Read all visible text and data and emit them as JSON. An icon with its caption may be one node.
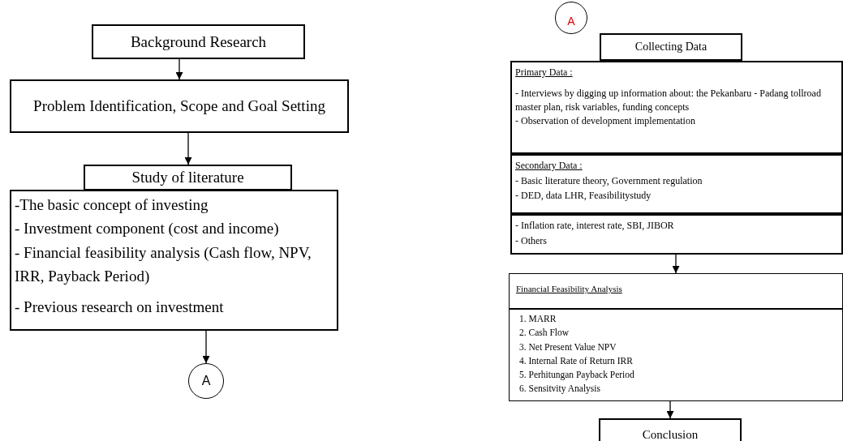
{
  "diagram": {
    "nodes": [
      {
        "text": [
          "Background Research"
        ]
      },
      {
        "text": [
          "Problem Identification, Scope and Goal Setting"
        ]
      },
      {
        "text": [
          "Study of literature"
        ]
      },
      {
        "text": [
          "-The basic concept of investing",
          "- Investment component (cost and income)",
          "- Financial feasibility analysis (Cash flow, NPV, IRR, Payback Period)",
          "- Previous research on investment"
        ]
      },
      {
        "text": [
          "A"
        ]
      },
      {
        "text": [
          "A"
        ]
      },
      {
        "text": [
          "Collecting Data"
        ]
      },
      {
        "text": [
          "Primary Data :",
          "- Interviews by digging up information about: the Pekanbaru - Padang tollroad master plan, risk variables, funding concepts",
          "- Observation of development implementation"
        ]
      },
      {
        "text": [
          "Secondary Data :",
          "- Basic literature theory, Government regulation",
          "- DED, data LHR, Feasibilitystudy"
        ]
      },
      {
        "text": [
          "- Inflation rate, interest rate, SBI, JIBOR",
          "- Others"
        ]
      },
      {
        "text": [
          "Financial Feasibility Analysis"
        ]
      },
      {
        "text": [
          "1. MARR",
          "2. Cash Flow",
          "3. Net Present Value NPV",
          "4. Internal Rate of Return IRR",
          "5. Perhitungan Payback Period",
          "6. Sensitvity Analysis"
        ]
      },
      {
        "text": [
          "Conclusion"
        ]
      }
    ],
    "edges": [
      {
        "from": 0,
        "to": 1,
        "arrow": "to"
      },
      {
        "from": 1,
        "to": 2,
        "arrow": "to"
      },
      {
        "from": 3,
        "to": 4,
        "arrow": "to"
      },
      {
        "from": 9,
        "to": 10,
        "arrow": "to"
      },
      {
        "from": 11,
        "to": 12,
        "arrow": "to"
      }
    ]
  }
}
